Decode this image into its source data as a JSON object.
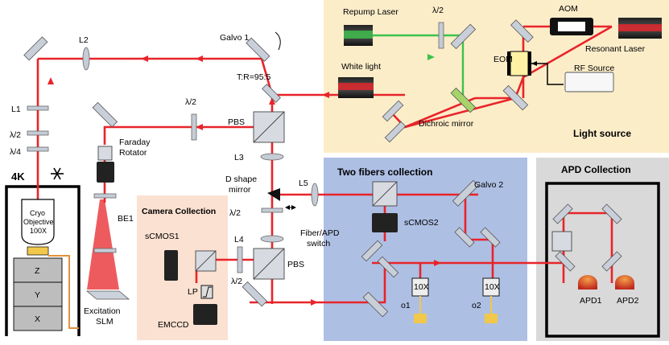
{
  "title": "",
  "labels": {
    "repump_laser": "Repump Laser",
    "half_wave_top": "λ/2",
    "aom": "AOM",
    "resonant_laser": "Resonant Laser",
    "l2": "L2",
    "galvo1": "Galvo 1",
    "white_light": "White light",
    "eom": "EOM",
    "rf_source": "RF Source",
    "tr": "T:R=95:5",
    "dichroic_mirror": "Dichroic mirror",
    "light_source": "Light source",
    "l1": "L1",
    "half_wave_left": "λ/2",
    "quarter_wave_left": "λ/4",
    "faraday_rotator_1": "Faraday",
    "faraday_rotator_2": "Rotator",
    "half_wave_mid": "λ/2",
    "pbs_top": "PBS",
    "l3": "L3",
    "four_k": "4K",
    "two_fibers_collection": "Two fibers collection",
    "apd_collection": "APD Collection",
    "d_shape_mirror_1": "D shape",
    "d_shape_mirror_2": "mirror",
    "l5": "L5",
    "galvo2": "Galvo 2",
    "cryo_objective_1": "Cryo",
    "cryo_objective_2": "Objective",
    "cryo_objective_3": "100X",
    "be1": "BE1",
    "camera_collection": "Camera Collection",
    "half_wave_lower": "λ/2",
    "scmos2": "sCMOS2",
    "fiber_apd_switch_1": "Fiber/APD",
    "fiber_apd_switch_2": "switch",
    "scmos1": "sCMOS1",
    "l4": "L4",
    "pbs_bottom": "PBS",
    "half_wave_cam": "λ/2",
    "lp": "LP",
    "stage_z": "Z",
    "stage_y": "Y",
    "stage_x": "X",
    "objective_10x_1": "10X",
    "objective_10x_2": "10X",
    "o1": "o1",
    "o2": "o2",
    "apd1": "APD1",
    "apd2": "APD2",
    "emccd": "EMCCD",
    "excitation_1": "Excitation",
    "excitation_2": "SLM"
  },
  "colors": {
    "light_source_bg": "#fcedc9",
    "camera_bg": "#fbe1d1",
    "fibers_bg": "#aebfe4",
    "apd_bg": "#d9d9d9",
    "beam": "#e8242a",
    "green_beam": "#3cc34a"
  },
  "icons": [
    "snowflake-icon"
  ]
}
